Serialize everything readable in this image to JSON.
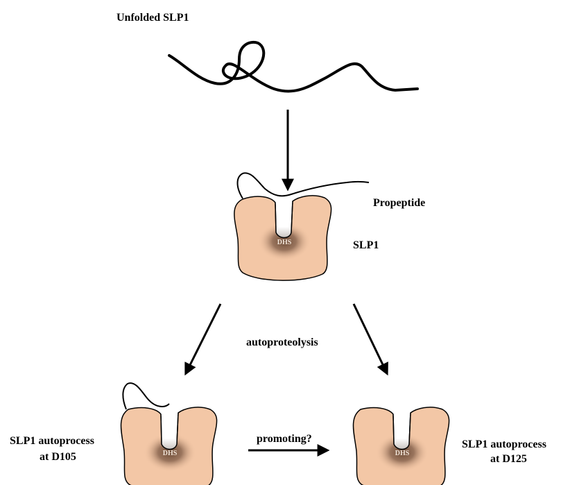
{
  "labels": {
    "unfolded": "Unfolded SLP1",
    "propeptide": "Propeptide",
    "slp1": "SLP1",
    "autoproteolysis": "autoproteolysis",
    "promoting": "promoting?",
    "left_product_line1": "SLP1 autoprocess",
    "left_product_line2": "at D105",
    "right_product_line1": "SLP1 autoprocess",
    "right_product_line2": "at D125",
    "active_site": "DHS"
  },
  "colors": {
    "protein_fill": "#f3c7a6",
    "outline": "#000000",
    "active_site_core": "#6b4a35",
    "cleft": "#ffffff"
  }
}
